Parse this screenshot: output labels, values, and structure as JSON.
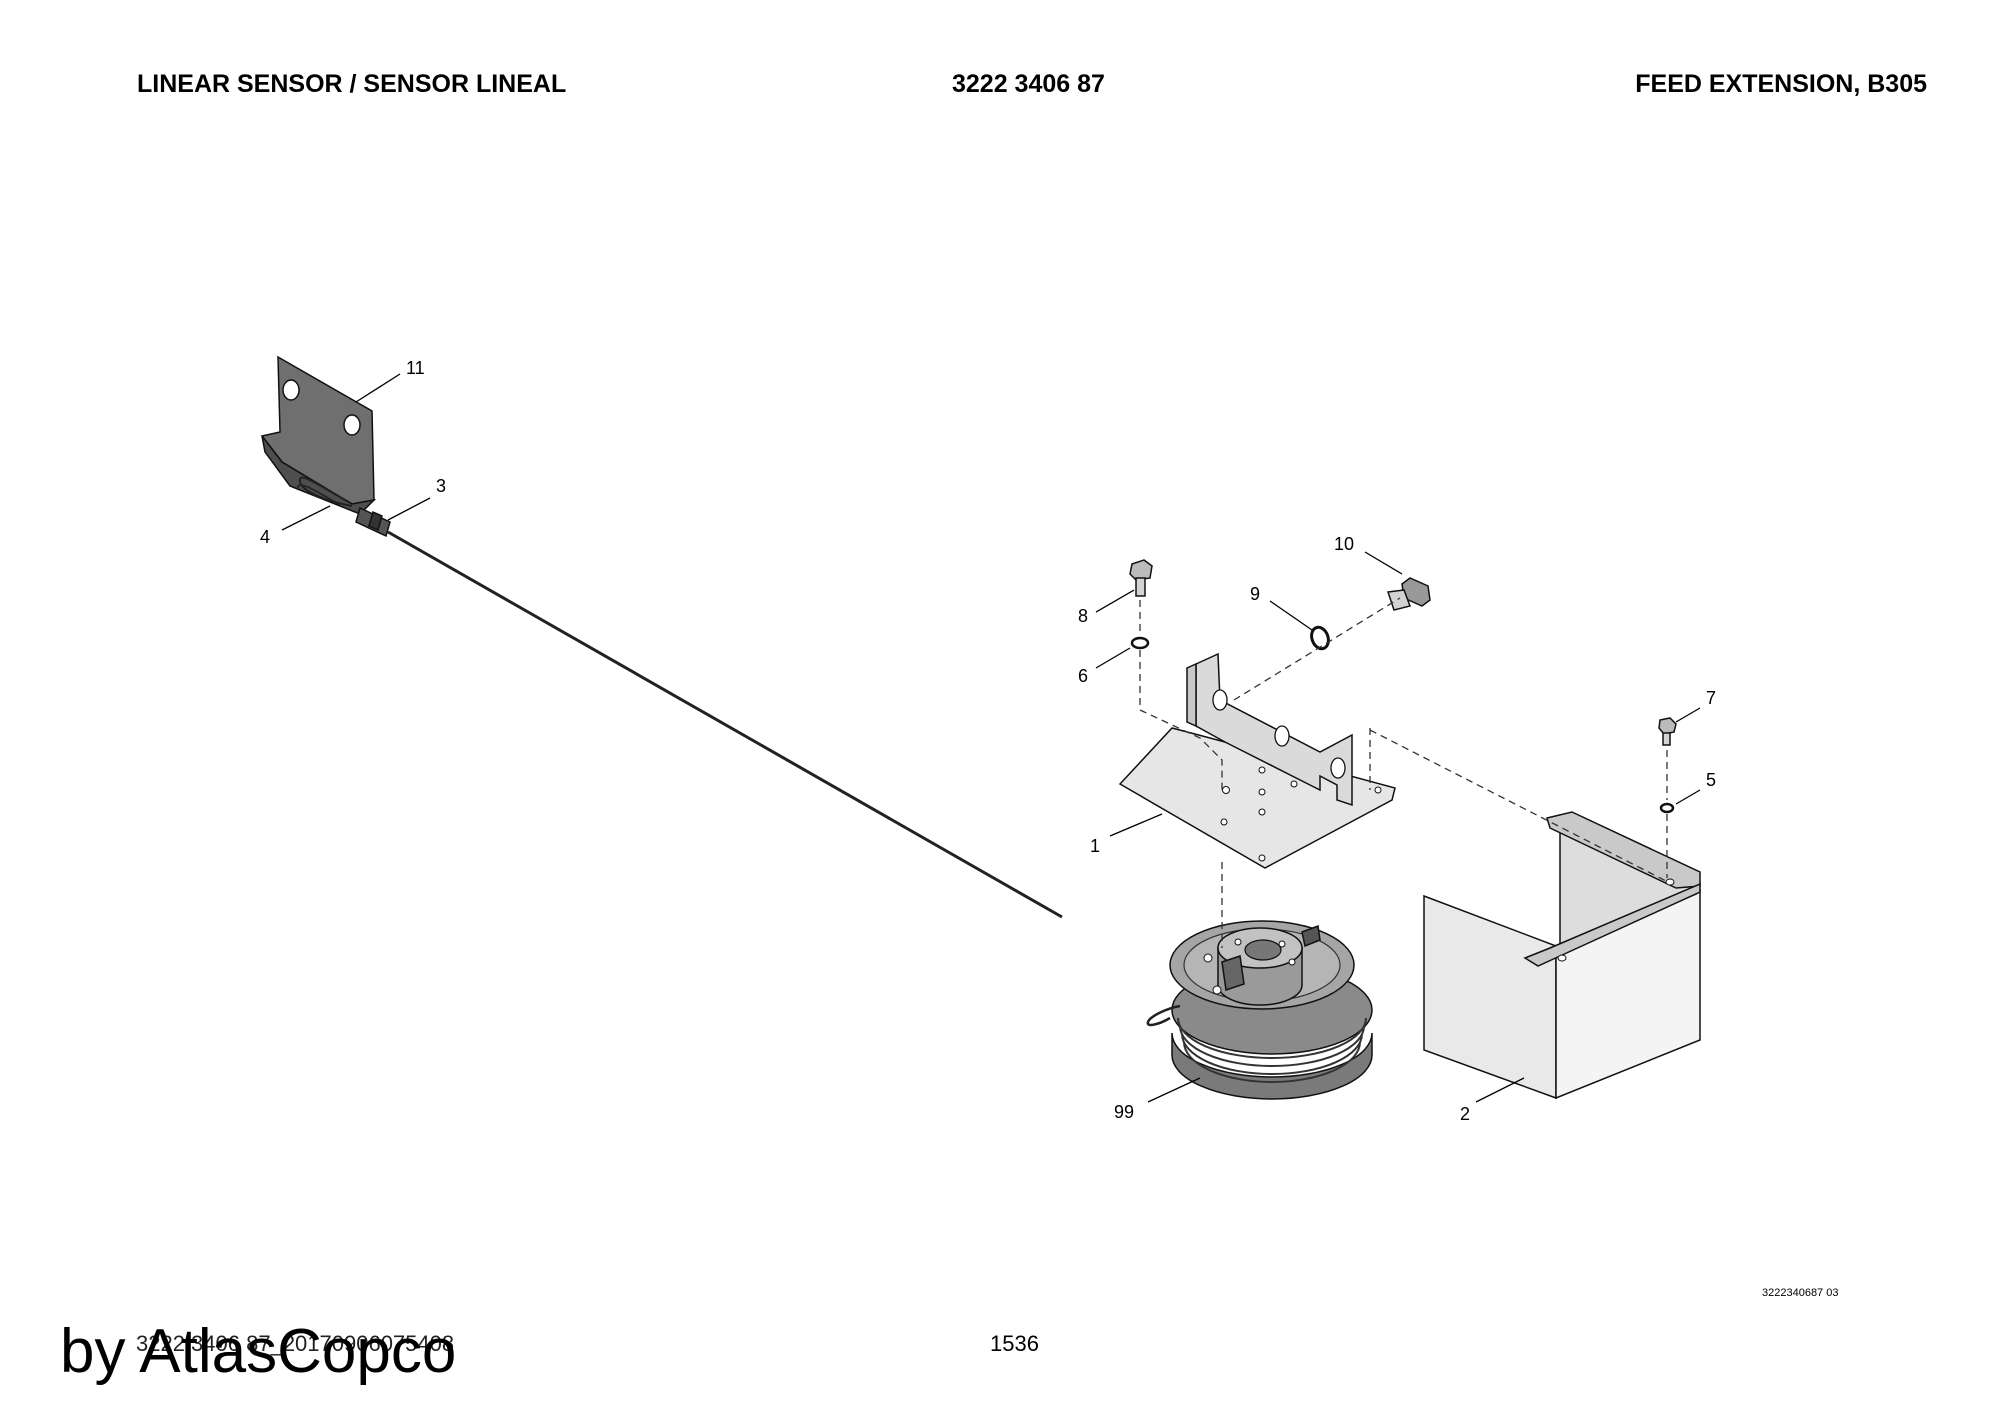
{
  "header": {
    "left_title": "LINEAR SENSOR / SENSOR LINEAL",
    "part_number": "3222 3406 87",
    "right_title": "FEED EXTENSION, B305"
  },
  "callouts": {
    "c1": "1",
    "c2": "2",
    "c3": "3",
    "c4": "4",
    "c5": "5",
    "c6": "6",
    "c7": "7",
    "c8": "8",
    "c9": "9",
    "c10": "10",
    "c11": "11",
    "c99": "99"
  },
  "drawing_code": "3222340687 03",
  "footer": {
    "reference": "3222 3406 87_20170906075408",
    "page_number": "1536",
    "watermark": "by AtlasCopco"
  }
}
